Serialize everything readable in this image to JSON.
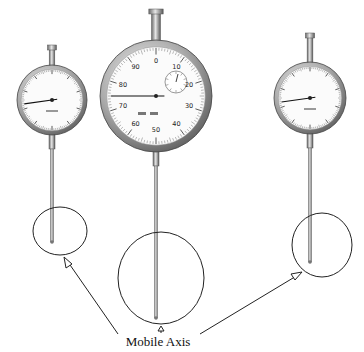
{
  "diagram": {
    "labels": [
      "Mobile Axis",
      "0",
      "10",
      "20",
      "30",
      "40",
      "50",
      "60",
      "70",
      "80",
      "90"
    ]
  }
}
